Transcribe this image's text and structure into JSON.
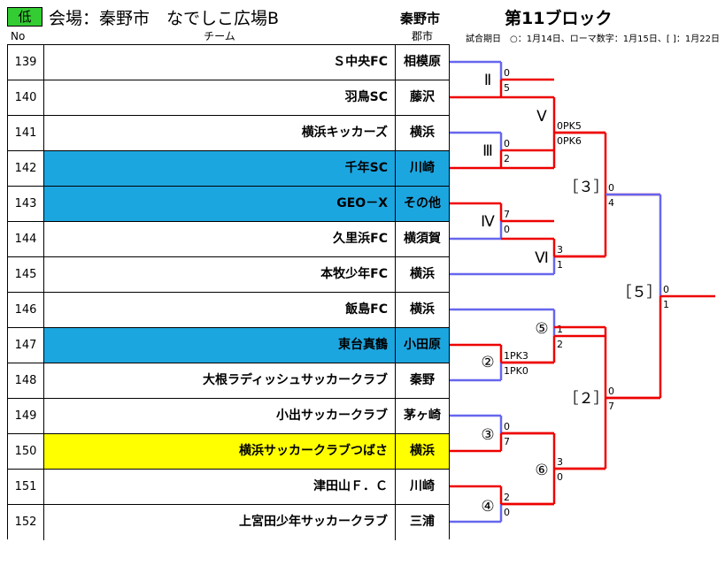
{
  "header": {
    "level_badge": "低",
    "venue": "会場：秦野市　なでしこ広場B",
    "city": "秦野市",
    "block": "第11ブロック",
    "note": "試合期日　○：1月14日、ローマ数字：1月15日、[ ]：1月22日",
    "col_no": "No",
    "col_team": "チーム",
    "col_city": "郡市"
  },
  "colors": {
    "badge": "#33cc33",
    "highlight_blue": "#1ca6e0",
    "highlight_yellow": "#ffff00",
    "loser_line": "#6666ee",
    "winner_line": "#ee0000"
  },
  "teams": [
    {
      "no": "139",
      "name": "Ｓ中央FC",
      "city": "相模原",
      "highlight": ""
    },
    {
      "no": "140",
      "name": "羽鳥SC",
      "city": "藤沢",
      "highlight": ""
    },
    {
      "no": "141",
      "name": "横浜キッカーズ",
      "city": "横浜",
      "highlight": ""
    },
    {
      "no": "142",
      "name": "千年SC",
      "city": "川崎",
      "highlight": "blue"
    },
    {
      "no": "143",
      "name": "GEO－X",
      "city": "その他",
      "highlight": "blue"
    },
    {
      "no": "144",
      "name": "久里浜FC",
      "city": "横須賀",
      "highlight": ""
    },
    {
      "no": "145",
      "name": "本牧少年FC",
      "city": "横浜",
      "highlight": ""
    },
    {
      "no": "146",
      "name": "飯島FC",
      "city": "横浜",
      "highlight": ""
    },
    {
      "no": "147",
      "name": "東台真鶴",
      "city": "小田原",
      "highlight": "blue"
    },
    {
      "no": "148",
      "name": "大根ラディッシュサッカークラブ",
      "city": "秦野",
      "highlight": ""
    },
    {
      "no": "149",
      "name": "小出サッカークラブ",
      "city": "茅ヶ崎",
      "highlight": ""
    },
    {
      "no": "150",
      "name": "横浜サッカークラブつばさ",
      "city": "横浜",
      "highlight": "yellow"
    },
    {
      "no": "151",
      "name": "津田山Ｆ．Ｃ",
      "city": "川崎",
      "highlight": ""
    },
    {
      "no": "152",
      "name": "上宮田少年サッカークラブ",
      "city": "三浦",
      "highlight": ""
    }
  ],
  "matches": {
    "r2": {
      "label": "Ⅱ",
      "top": "0",
      "bot": "5"
    },
    "r3": {
      "label": "Ⅲ",
      "top": "0",
      "bot": "2"
    },
    "r4": {
      "label": "Ⅳ",
      "top": "7",
      "bot": "0"
    },
    "r5": {
      "label": "Ⅴ",
      "top": "0PK5",
      "bot": "0PK6"
    },
    "r6": {
      "label": "Ⅵ",
      "top": "3",
      "bot": "1"
    },
    "c2": {
      "label": "②",
      "top": "1PK3",
      "bot": "1PK0"
    },
    "c3": {
      "label": "③",
      "top": "0",
      "bot": "7"
    },
    "c4": {
      "label": "④",
      "top": "2",
      "bot": "0"
    },
    "c5": {
      "label": "⑤",
      "top": "1",
      "bot": "2"
    },
    "c6": {
      "label": "⑥",
      "top": "3",
      "bot": "0"
    },
    "b3": {
      "label": "［３］",
      "top": "0",
      "bot": "4"
    },
    "b2": {
      "label": "［２］",
      "top": "0",
      "bot": "7"
    },
    "b5": {
      "label": "［５］",
      "top": "0",
      "bot": "1"
    }
  }
}
